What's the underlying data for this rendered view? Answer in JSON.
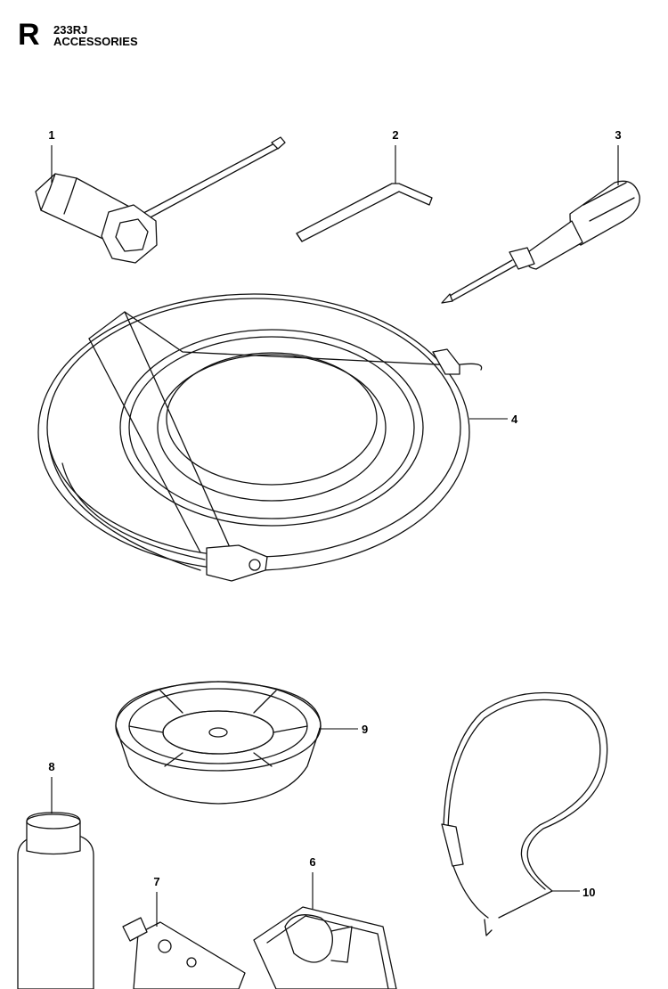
{
  "header": {
    "section_letter": "R",
    "model": "233RJ",
    "title": "ACCESSORIES"
  },
  "callouts": [
    {
      "id": "1",
      "label": "1"
    },
    {
      "id": "2",
      "label": "2"
    },
    {
      "id": "3",
      "label": "3"
    },
    {
      "id": "4",
      "label": "4"
    },
    {
      "id": "6",
      "label": "6"
    },
    {
      "id": "7",
      "label": "7"
    },
    {
      "id": "8",
      "label": "8"
    },
    {
      "id": "9",
      "label": "9"
    },
    {
      "id": "10",
      "label": "10"
    }
  ],
  "colors": {
    "line": "#111111",
    "background": "#ffffff"
  }
}
